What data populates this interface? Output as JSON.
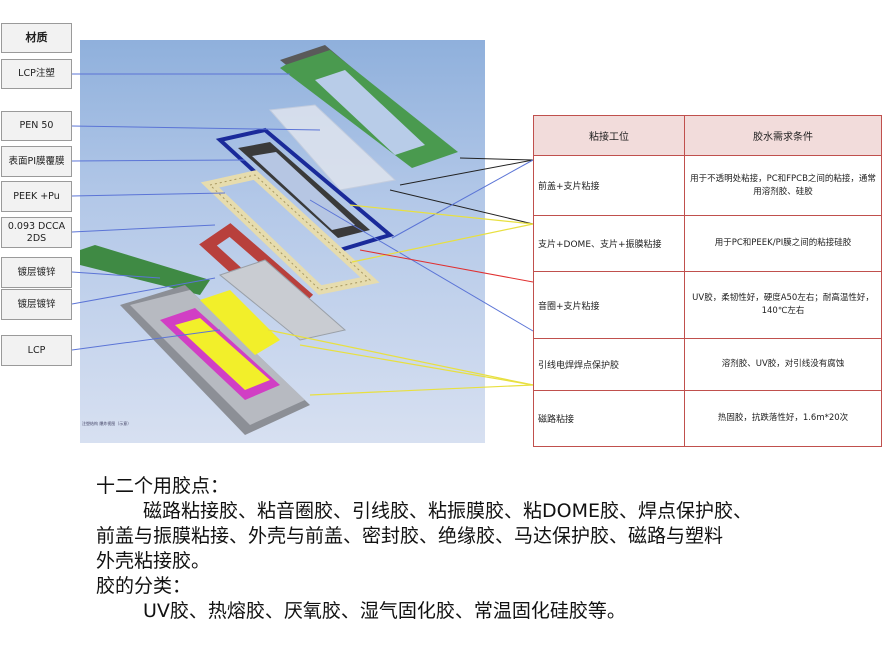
{
  "labels": {
    "header": "材质",
    "items": [
      "LCP注塑",
      "PEN 50",
      "表面PI膜覆膜",
      "PEEK +Pu",
      "0.093 DCCA 2DS",
      "镀层镀锌",
      "镀层镀锌",
      "LCP"
    ]
  },
  "render_caption": "注塑结构 爆炸视图（示意）",
  "table": {
    "headers": [
      "粘接工位",
      "胶水需求条件"
    ],
    "rows": [
      {
        "position": "前盖+支片粘接",
        "requirement": "用于不透明处粘接，PC和FPCB之间的粘接，通常用溶剂胶、硅胶"
      },
      {
        "position": "支片+DOME、支片+振膜粘接",
        "requirement": "用于PC和PEEK/PI膜之间的粘接硅胶"
      },
      {
        "position": "音圈+支片粘接",
        "requirement": "UV胶，柔韧性好，硬度A50左右；耐高温性好，140℃左右"
      },
      {
        "position": "引线电焊焊点保护胶",
        "requirement": "溶剂胶、UV胶，对引线没有腐蚀"
      },
      {
        "position": "磁路粘接",
        "requirement": "热固胶，抗跌落性好，1.6m*20次"
      }
    ]
  },
  "notes": {
    "title1": "十二个用胶点：",
    "line1": "磁路粘接胶、粘音圈胶、引线胶、粘振膜胶、粘DOME胶、焊点保护胶、",
    "line2": "前盖与振膜粘接、外壳与前盖、密封胶、绝缘胶、马达保护胶、磁路与塑料",
    "line3": "外壳粘接胶。",
    "title2": "胶的分类：",
    "line4": "UV胶、热熔胶、厌氧胶、湿气固化胶、常温固化硅胶等。"
  },
  "colors": {
    "table_border": "#c0504d",
    "table_header_bg": "#f2dcdb",
    "label_bg": "#f2f2f2",
    "leader_blue": "#5b74d6",
    "leader_red": "#e03030",
    "leader_yellow": "#e8e040",
    "leader_black": "#222222"
  }
}
